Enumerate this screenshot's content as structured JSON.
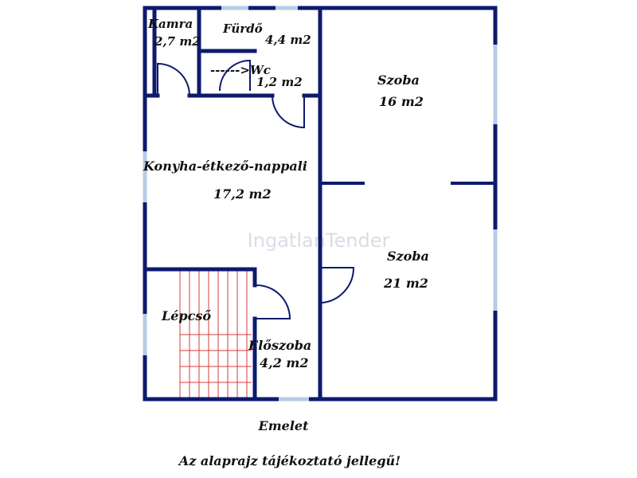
{
  "colors": {
    "wall": "#0d1a6e",
    "window": "#b7cbe6",
    "stairs": "#d43c3c",
    "text": "#111111",
    "watermark": "#d9dde6"
  },
  "rooms": {
    "kamra": {
      "name": "Kamra",
      "area": "2,7 m2"
    },
    "furdo": {
      "name": "Fürdő",
      "area": "4,4 m2"
    },
    "wc": {
      "name": "------>Wc",
      "area": "1,2 m2"
    },
    "szoba1": {
      "name": "Szoba",
      "area": "16 m2"
    },
    "konyha": {
      "name": "Konyha-étkező-nappali",
      "area": "17,2 m2"
    },
    "szoba2": {
      "name": "Szoba",
      "area": "21 m2"
    },
    "lepcso": {
      "name": "Lépcső"
    },
    "eloszoba": {
      "name": "Előszoba",
      "area": "4,2 m2"
    }
  },
  "watermark": "IngatlanTender",
  "floor_label": "Emelet",
  "disclaimer": "Az alaprajz tájékoztató jellegű!"
}
